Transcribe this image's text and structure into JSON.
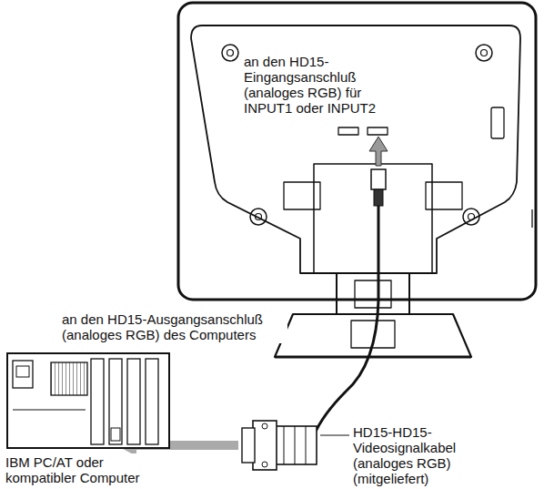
{
  "diagram": {
    "labels": [
      "an den HD15-Eingangsanschluß (analoges RGB) für INPUT1 oder INPUT2",
      "an den HD15-Ausgangsanschluß (analoges RGB) des Computers",
      "HD15-HD15-Videosignalkabel (analoges RGB) (mitgeliefert)",
      "IBM PC/AT oder kompatibler Computer"
    ]
  }
}
